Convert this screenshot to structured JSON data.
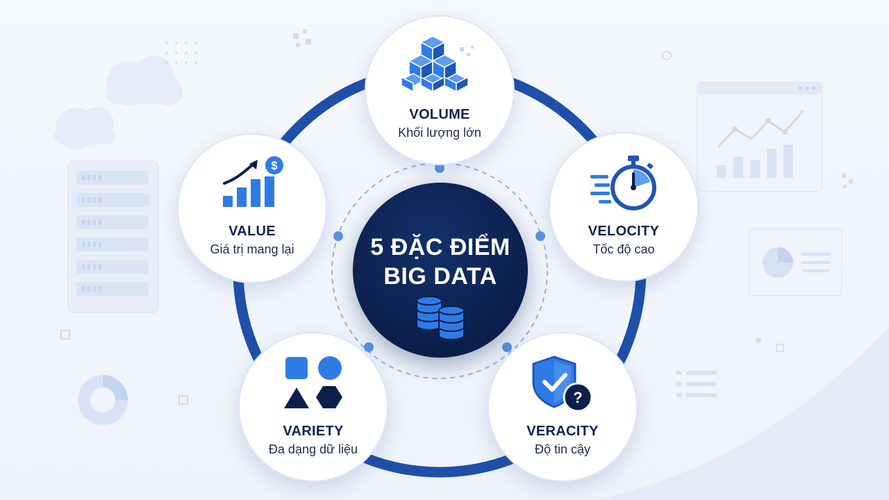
{
  "center": {
    "line1": "5 ĐẶC ĐIỂM",
    "line2": "BIG DATA",
    "icon": "database-icon"
  },
  "characteristics": [
    {
      "id": "volume",
      "title": "VOLUME",
      "subtitle": "Khối lượng lớn",
      "icon": "cubes-icon"
    },
    {
      "id": "velocity",
      "title": "VELOCITY",
      "subtitle": "Tốc độ cao",
      "icon": "stopwatch-icon"
    },
    {
      "id": "veracity",
      "title": "VERACITY",
      "subtitle": "Độ tin cậy",
      "icon": "shield-check-icon"
    },
    {
      "id": "variety",
      "title": "VARIETY",
      "subtitle": "Đa dạng dữ liệu",
      "icon": "shapes-icon"
    },
    {
      "id": "value",
      "title": "VALUE",
      "subtitle": "Giá trị mang lại",
      "icon": "growth-chart-dollar-icon"
    }
  ],
  "colors": {
    "dark_navy": "#0b1f4b",
    "ring_blue": "#1f4fa8",
    "accent_blue": "#2f7be6",
    "light_blue": "#8fb6ee"
  }
}
